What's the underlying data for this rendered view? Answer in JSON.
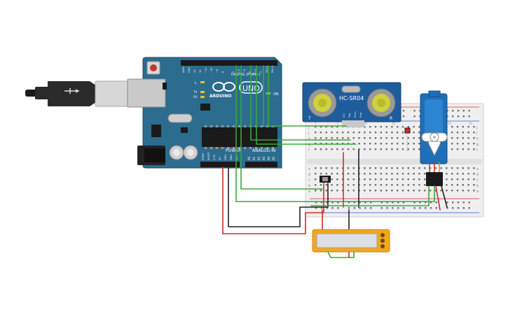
{
  "arduino": {
    "brand": "ARDUINO",
    "model": "UNO",
    "digital_header": "DIGITAL (PWM~)",
    "power_header": "POWER",
    "analog_header": "ANALOG IN",
    "on_label": "ON",
    "l_label": "L",
    "tx_label": "TX",
    "rx_label": "RX",
    "digital_pins": [
      "AREF",
      "GND",
      "13",
      "12",
      "~11",
      "~10",
      "~9",
      "8",
      "7",
      "~6",
      "~5",
      "4",
      "~3",
      "2",
      "TX→1",
      "RX←0"
    ],
    "power_pins": [
      "IOREF",
      "RESET",
      "3.3V",
      "5V",
      "GND",
      "GND",
      "Vin"
    ],
    "analog_pins": [
      "A0",
      "A1",
      "A2",
      "A3",
      "A4",
      "A5"
    ]
  },
  "sensor": {
    "model": "HC-SR04",
    "left_mark": "T",
    "right_mark": "R",
    "pins": [
      "Vcc",
      "Trig",
      "Echo",
      "Gnd"
    ]
  },
  "breadboard": {
    "rows_top": [
      "j",
      "i",
      "h",
      "g",
      "f"
    ],
    "rows_bottom": [
      "e",
      "d",
      "c",
      "b",
      "a"
    ],
    "col_labels": [
      "1",
      "5",
      "10",
      "15",
      "20",
      "25",
      "30"
    ]
  },
  "colors": {
    "board_blue": "#2b6c8f",
    "wire_green": "#3aa83a",
    "wire_red": "#d42a2a",
    "wire_black": "#222222",
    "lcd_frame": "#f2a81d",
    "servo_blue": "#1f6fb8"
  },
  "icons": {
    "usb_cable": "usb-cable-icon",
    "reset_button": "reset-button-icon",
    "slide_switch": "slide-switch-icon",
    "power_jack": "dc-jack-icon"
  }
}
